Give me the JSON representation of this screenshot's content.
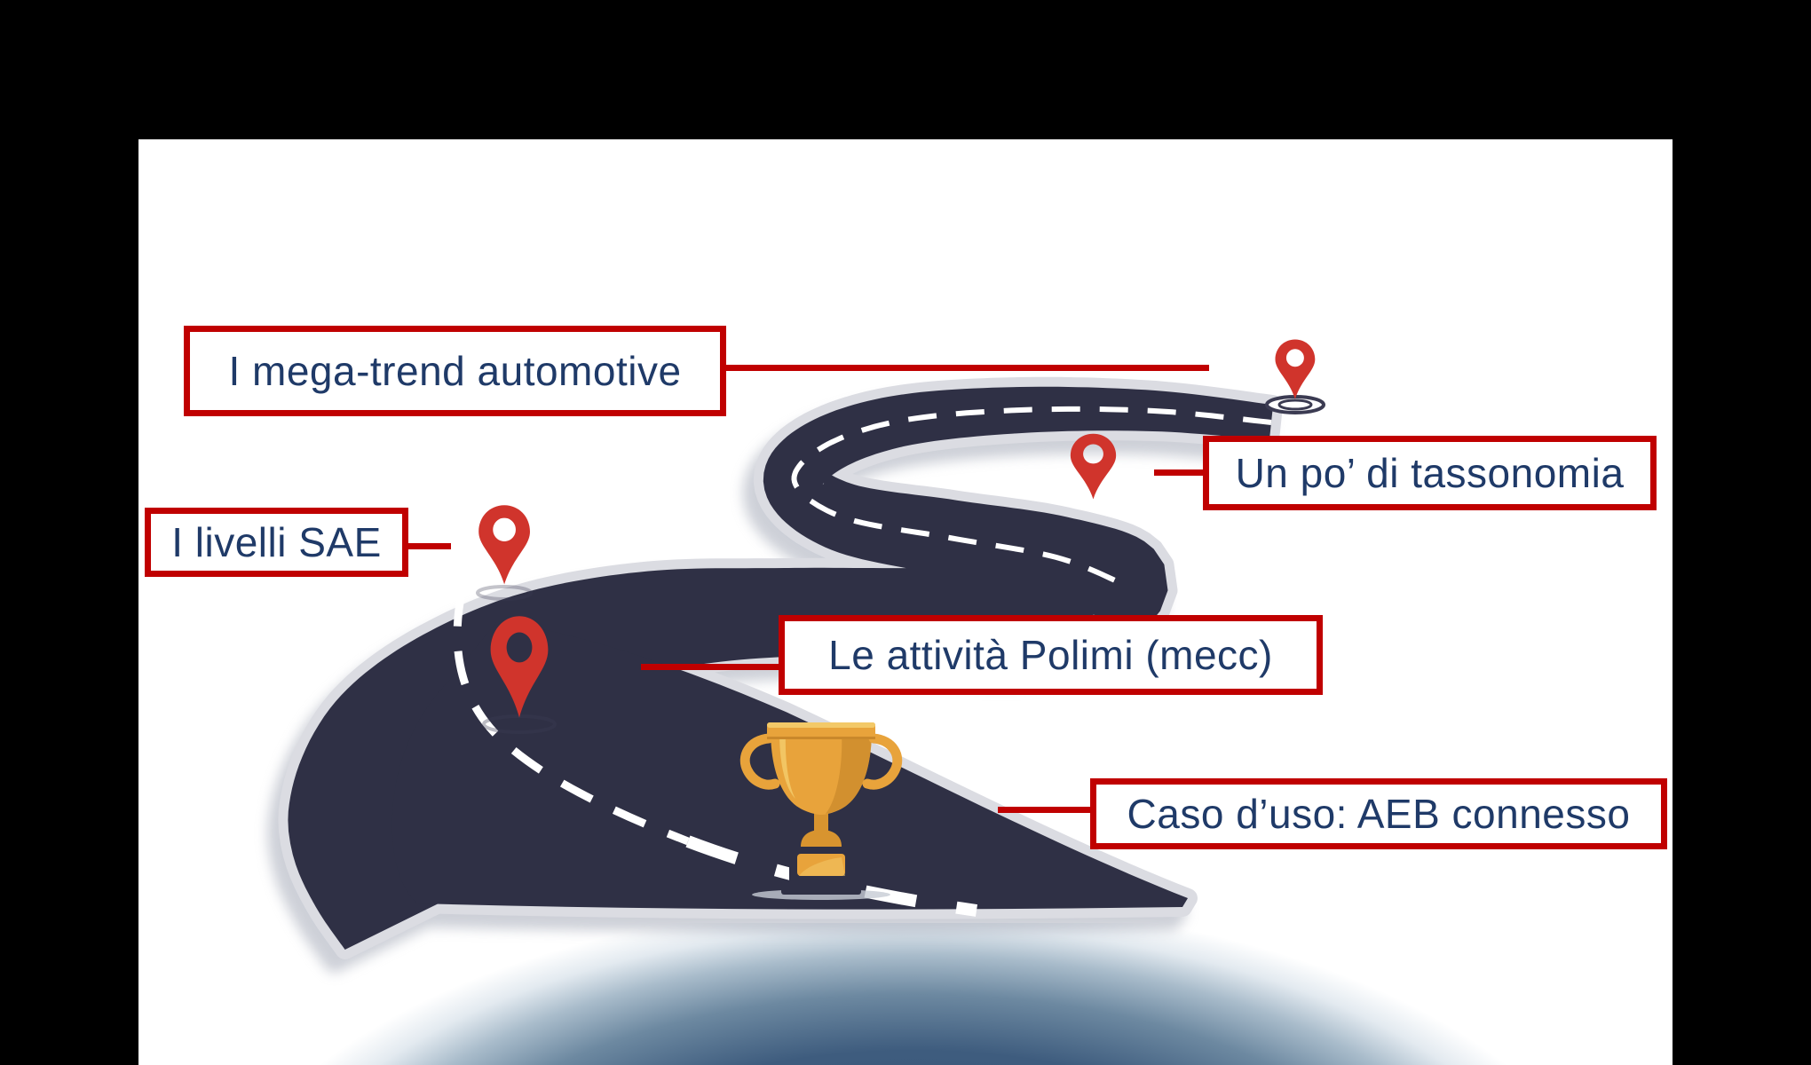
{
  "slide": {
    "type": "roadmap-infographic",
    "background": "#ffffff",
    "frame": "#000000"
  },
  "roadmap": {
    "labels": [
      {
        "id": "mega-trend",
        "text": "I mega-trend automotive"
      },
      {
        "id": "tassonomia",
        "text": "Un po’ di tassonomia"
      },
      {
        "id": "livelli-sae",
        "text": "I livelli SAE"
      },
      {
        "id": "attivita-polimi",
        "text": "Le attività Polimi (mecc)"
      },
      {
        "id": "caso-uso",
        "text": "Caso d’uso: AEB connesso"
      }
    ],
    "icons": [
      "location-pin-icon",
      "location-pin-icon",
      "location-pin-icon",
      "location-pin-icon",
      "trophy-icon"
    ],
    "colors": {
      "box_border": "#c00000",
      "label_text": "#1f3a68",
      "connector": "#c00000",
      "pin": "#d0342c",
      "asphalt": "#2f3045",
      "road_border": "#dbdce2",
      "road_shadow": "#9ba1b0",
      "dash": "#ffffff",
      "trophy_gold": "#e8a33b",
      "trophy_dark": "#c9882b",
      "trophy_light": "#f3c968",
      "horizon_blue": "#3e5c7e"
    }
  }
}
